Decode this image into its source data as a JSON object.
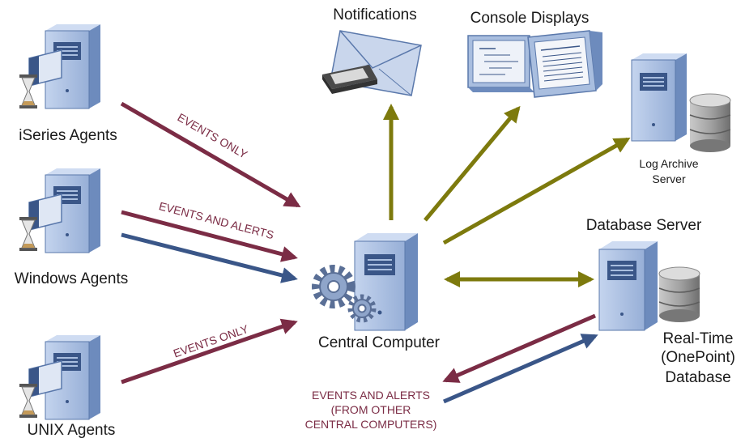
{
  "colors": {
    "event_arrow": "#7b2c45",
    "alert_arrow": "#3a5688",
    "output_arrow": "#7d7a0d",
    "server_face": "#a9bedf",
    "server_side": "#6d8bbd",
    "database": "#9b9b9b"
  },
  "labels": {
    "iseries": "iSeries Agents",
    "windows": "Windows Agents",
    "unix": "UNIX Agents",
    "central": "Central Computer",
    "notifications": "Notifications",
    "console": "Console Displays",
    "log_archive_1": "Log Archive",
    "log_archive_2": "Server",
    "db_server": "Database Server",
    "realtime_1": "Real-Time",
    "realtime_2": "(OnePoint)",
    "realtime_3": "Database"
  },
  "flows": {
    "iseries": "EVENTS ONLY",
    "windows": "EVENTS AND ALERTS",
    "unix": "EVENTS ONLY",
    "other_1": "EVENTS AND ALERTS",
    "other_2": "(FROM OTHER",
    "other_3": "CENTRAL COMPUTERS)"
  },
  "icons": [
    "server-icon",
    "hourglass-icon",
    "gear-icon",
    "envelope-icon",
    "pager-icon",
    "monitor-icon",
    "database-icon"
  ]
}
